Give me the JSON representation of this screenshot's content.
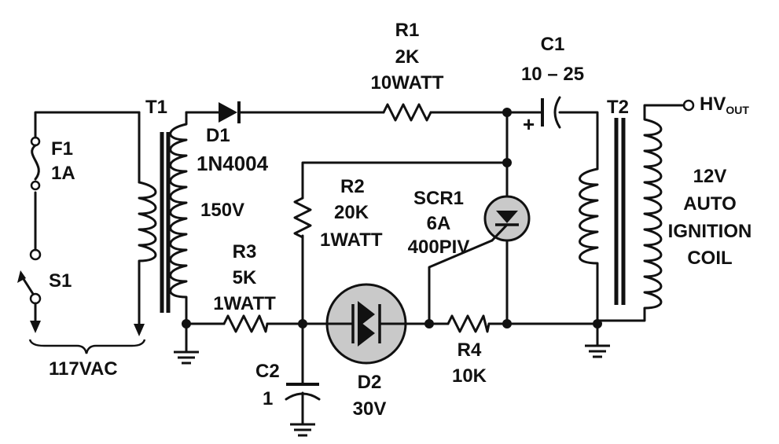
{
  "components": {
    "f1": {
      "ref": "F1",
      "value": "1A"
    },
    "s1": {
      "ref": "S1"
    },
    "ac_input": {
      "label": "117VAC"
    },
    "t1": {
      "ref": "T1",
      "secondary": "150V"
    },
    "d1": {
      "ref": "D1",
      "part": "1N4004"
    },
    "r1": {
      "ref": "R1",
      "value": "2K",
      "rating": "10WATT"
    },
    "c1": {
      "ref": "C1",
      "value": "10 – 25",
      "polarity": "+"
    },
    "r2": {
      "ref": "R2",
      "value": "20K",
      "rating": "1WATT"
    },
    "scr1": {
      "ref": "SCR1",
      "current": "6A",
      "voltage": "400PIV"
    },
    "r3": {
      "ref": "R3",
      "value": "5K",
      "rating": "1WATT"
    },
    "c2": {
      "ref": "C2",
      "value": "1"
    },
    "d2": {
      "ref": "D2",
      "value": "30V"
    },
    "r4": {
      "ref": "R4",
      "value": "10K"
    },
    "t2": {
      "ref": "T2",
      "line1": "12V",
      "line2": "AUTO",
      "line3": "IGNITION",
      "line4": "COIL"
    },
    "hv_out": {
      "base": "HV",
      "subscript": "OUT"
    }
  },
  "colors": {
    "ink": "#111111",
    "background": "#ffffff",
    "shade": "#c9c9c9"
  }
}
